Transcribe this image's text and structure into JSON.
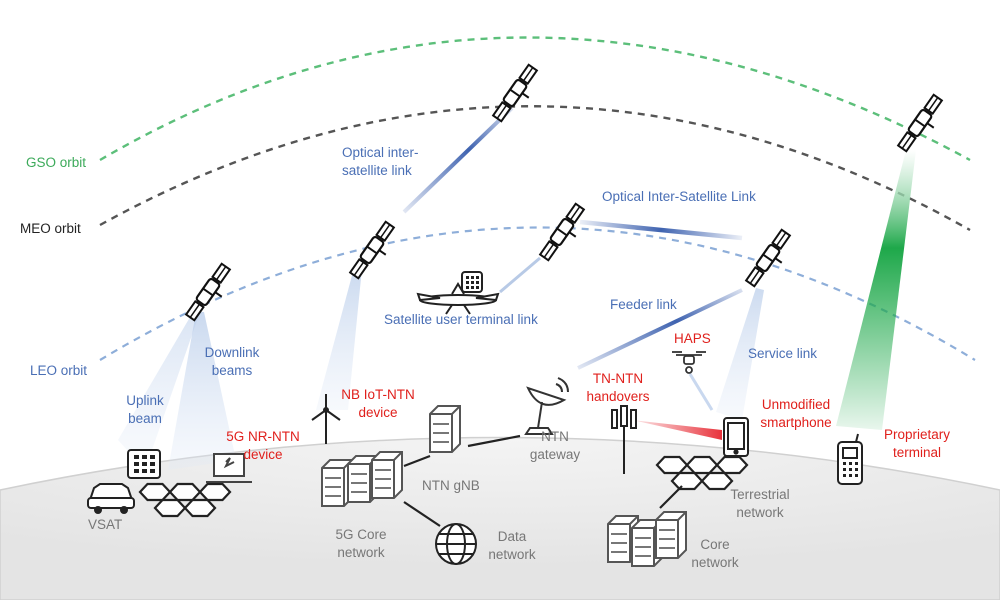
{
  "orbits": {
    "gso": {
      "label": "GSO orbit",
      "color": "#5cbf7a"
    },
    "meo": {
      "label": "MEO orbit",
      "color": "#555555"
    },
    "leo": {
      "label": "LEO orbit",
      "color": "#8eaed9"
    }
  },
  "links": {
    "optical_isl_1": [
      "Optical inter-",
      "satellite link"
    ],
    "optical_isl_2": "Optical Inter-Satellite Link",
    "satellite_user_terminal": "Satellite user terminal link",
    "feeder": "Feeder link",
    "service": "Service link",
    "downlink_beams": [
      "Downlink",
      "beams"
    ],
    "uplink_beam": [
      "Uplink",
      "beam"
    ]
  },
  "devices": {
    "nb_iot": [
      "NB IoT-NTN",
      "device"
    ],
    "nr_ntn": [
      "5G NR-NTN",
      "device"
    ],
    "haps": "HAPS",
    "tn_ntn": [
      "TN-NTN",
      "handovers"
    ],
    "smartphone": [
      "Unmodified",
      "smartphone"
    ],
    "proprietary": [
      "Proprietary",
      "terminal"
    ],
    "vsat": "VSAT"
  },
  "network": {
    "gnb": "NTN gNB",
    "gateway": [
      "NTN",
      "gateway"
    ],
    "core5g": [
      "5G Core",
      "network"
    ],
    "data": [
      "Data",
      "network"
    ],
    "terrestrial": [
      "Terrestrial",
      "network"
    ],
    "core": [
      "Core",
      "network"
    ]
  },
  "colors": {
    "blue_text": "#4a6fb5",
    "red_text": "#e0201c",
    "grey_text": "#777777",
    "beam_blue": "#c9d8ef",
    "beam_green": "#1ea84a",
    "link_red": "#e8333c"
  }
}
